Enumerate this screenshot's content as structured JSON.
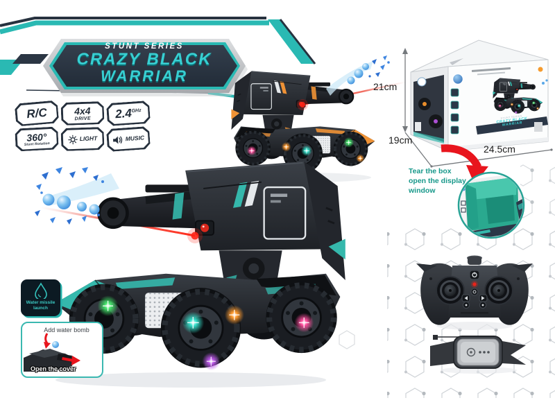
{
  "banner": {
    "series": "STUNT SERIES",
    "title_line1": "CRAZY BLACK",
    "title_line2": "WARRIAR"
  },
  "features": {
    "rc": {
      "label": "R/C"
    },
    "drive": {
      "value": "4x4",
      "label": "DRIVE"
    },
    "freq": {
      "value": "2.4",
      "unit": "GHz"
    },
    "rotation": {
      "value": "360°",
      "label": "Stunt Rotation"
    },
    "light": {
      "label": "LIGHT",
      "icon": "light-icon"
    },
    "music": {
      "label": "MUSIC",
      "icon": "music-icon"
    }
  },
  "package": {
    "height": "21cm",
    "depth": "19cm",
    "width": "24.5cm",
    "note_lines": [
      "Tear the box",
      "open the display",
      "window"
    ]
  },
  "water_feature": {
    "badge_line1": "Water missile",
    "badge_line2": "launch",
    "add_label": "Add water bomb",
    "open_label": "Open the cover"
  },
  "icons": {
    "light": "sun-burst",
    "music": "speaker",
    "water_badge": "water-drop"
  },
  "colors": {
    "teal_accent": "#2ab9b3",
    "title_teal": "#38cfd2",
    "dark_navy": "#26303d",
    "alert_red": "#e8151d",
    "box_interior_teal": "#2aa98f",
    "note_teal": "#17988a",
    "alt_car_accent": "#ef9235",
    "main_car_accent": "#35b8ac"
  }
}
